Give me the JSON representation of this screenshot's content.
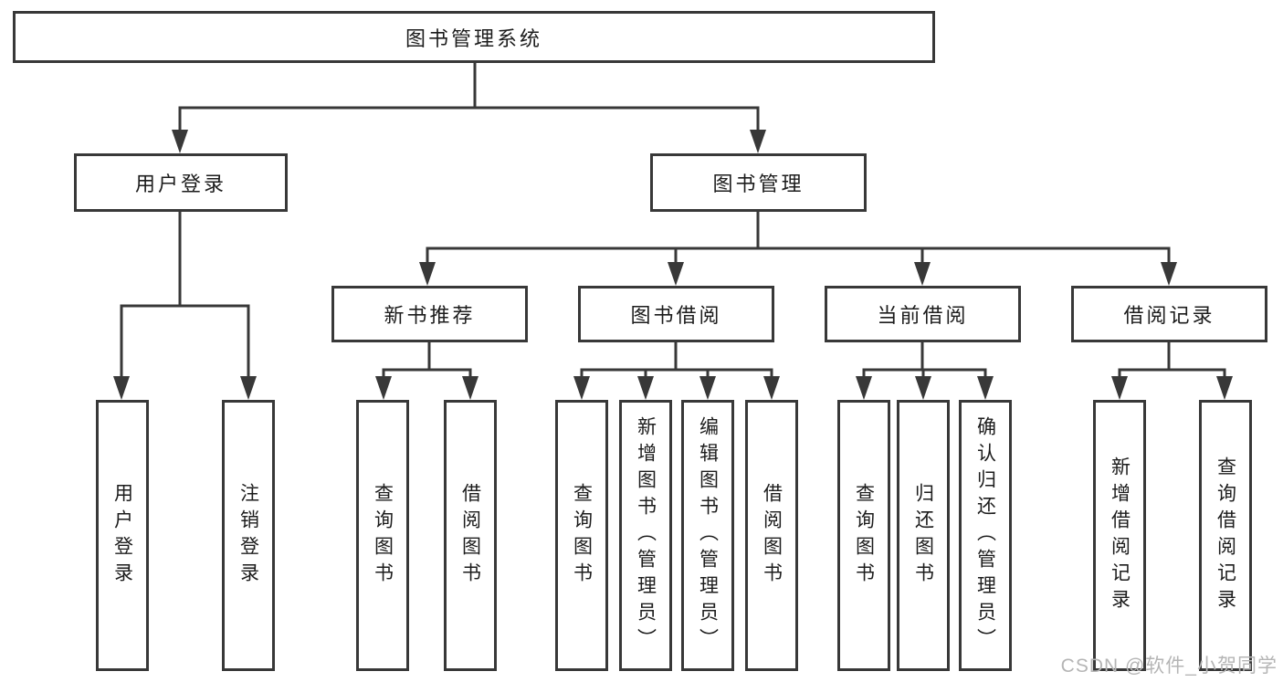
{
  "chart": {
    "root": {
      "label": "图书管理系统"
    },
    "branches": [
      {
        "label": "用户登录",
        "children": [
          {
            "label": "用户登录"
          },
          {
            "label": "注销登录"
          }
        ]
      },
      {
        "label": "图书管理",
        "children": [
          {
            "label": "新书推荐",
            "children": [
              {
                "label": "查询图书"
              },
              {
                "label": "借阅图书"
              }
            ]
          },
          {
            "label": "图书借阅",
            "children": [
              {
                "label": "查询图书"
              },
              {
                "label": "新增图书（管理员）"
              },
              {
                "label": "编辑图书（管理员）"
              },
              {
                "label": "借阅图书"
              }
            ]
          },
          {
            "label": "当前借阅",
            "children": [
              {
                "label": "查询图书"
              },
              {
                "label": "归还图书"
              },
              {
                "label": "确认归还（管理员）"
              }
            ]
          },
          {
            "label": "借阅记录",
            "children": [
              {
                "label": "新增借阅记录"
              },
              {
                "label": "查询借阅记录"
              }
            ]
          }
        ]
      }
    ]
  },
  "watermark": {
    "text": "CSDN @软件_小贺同学"
  },
  "colors": {
    "line": "#383838",
    "box_border": "#383838",
    "text": "#1c1c1c",
    "watermark": "#b5b5b5",
    "background": "#ffffff"
  }
}
